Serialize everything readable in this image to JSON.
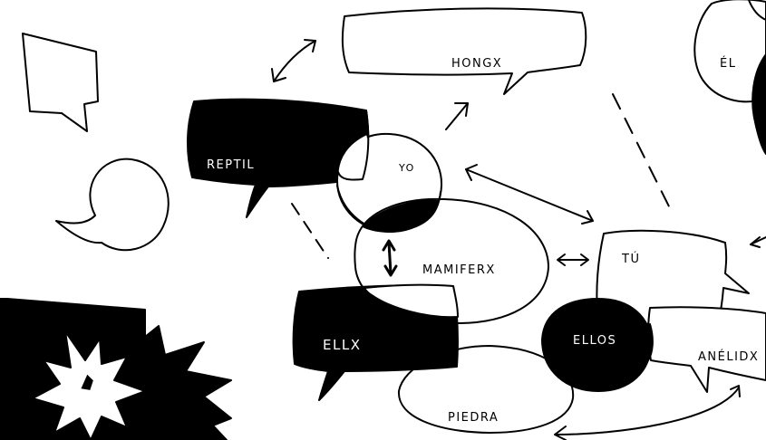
{
  "colors": {
    "ink": "#000000",
    "paper": "#ffffff"
  },
  "labels": {
    "hongx": "HONGX",
    "reptil": "REPTIL",
    "yo": "YO",
    "mamiferx": "MAMIFERX",
    "ellx": "ELLX",
    "tu": "TÚ",
    "ellos": "ELLOS",
    "anelidx": "ANÉLIDX",
    "piedra": "PIEDRA",
    "el": "ÉL"
  }
}
